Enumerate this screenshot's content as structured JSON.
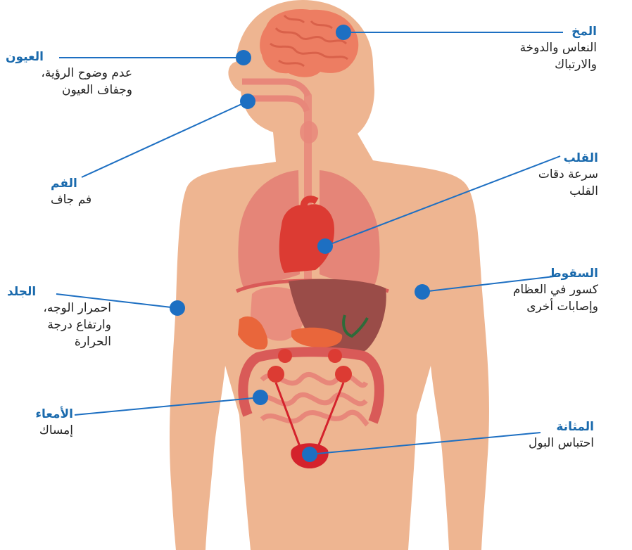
{
  "colors": {
    "skin": "#eeb591",
    "brain": "#ed7d62",
    "brain_lines": "#d9614a",
    "organ_pink": "#e8877a",
    "lungs": "#e37c73",
    "heart": "#dc3b33",
    "liver": "#9a4c48",
    "stomach": "#e36c5c",
    "spleen": "#e9663b",
    "intestine": "#d95a58",
    "bladder": "#d4222c",
    "callout_dot": "#1d6fc2",
    "callout_line": "#1d6fc2",
    "title_text": "#1a6aad",
    "desc_text": "#222222"
  },
  "labels": {
    "brain": {
      "title": "المخ",
      "lines": [
        "النعاس والدوخة",
        "والارتباك"
      ]
    },
    "eyes": {
      "title": "العيون",
      "lines": [
        "عدم وضوح الرؤية،",
        "وجفاف العيون"
      ]
    },
    "mouth": {
      "title": "الفم",
      "lines": [
        "فم جاف"
      ]
    },
    "heart": {
      "title": "القلب",
      "lines": [
        "سرعة دقات",
        "القلب"
      ]
    },
    "falls": {
      "title": "السقوط",
      "lines": [
        "كسور في العظام",
        "وإصابات أخرى"
      ]
    },
    "skin": {
      "title": "الجلد",
      "lines": [
        "احمرار الوجه،",
        "وارتفاع درجة",
        "الحرارة"
      ]
    },
    "intestine": {
      "title": "الأمعاء",
      "lines": [
        "إمساك"
      ]
    },
    "bladder": {
      "title": "المثانة",
      "lines": [
        "احتباس البول"
      ]
    }
  }
}
